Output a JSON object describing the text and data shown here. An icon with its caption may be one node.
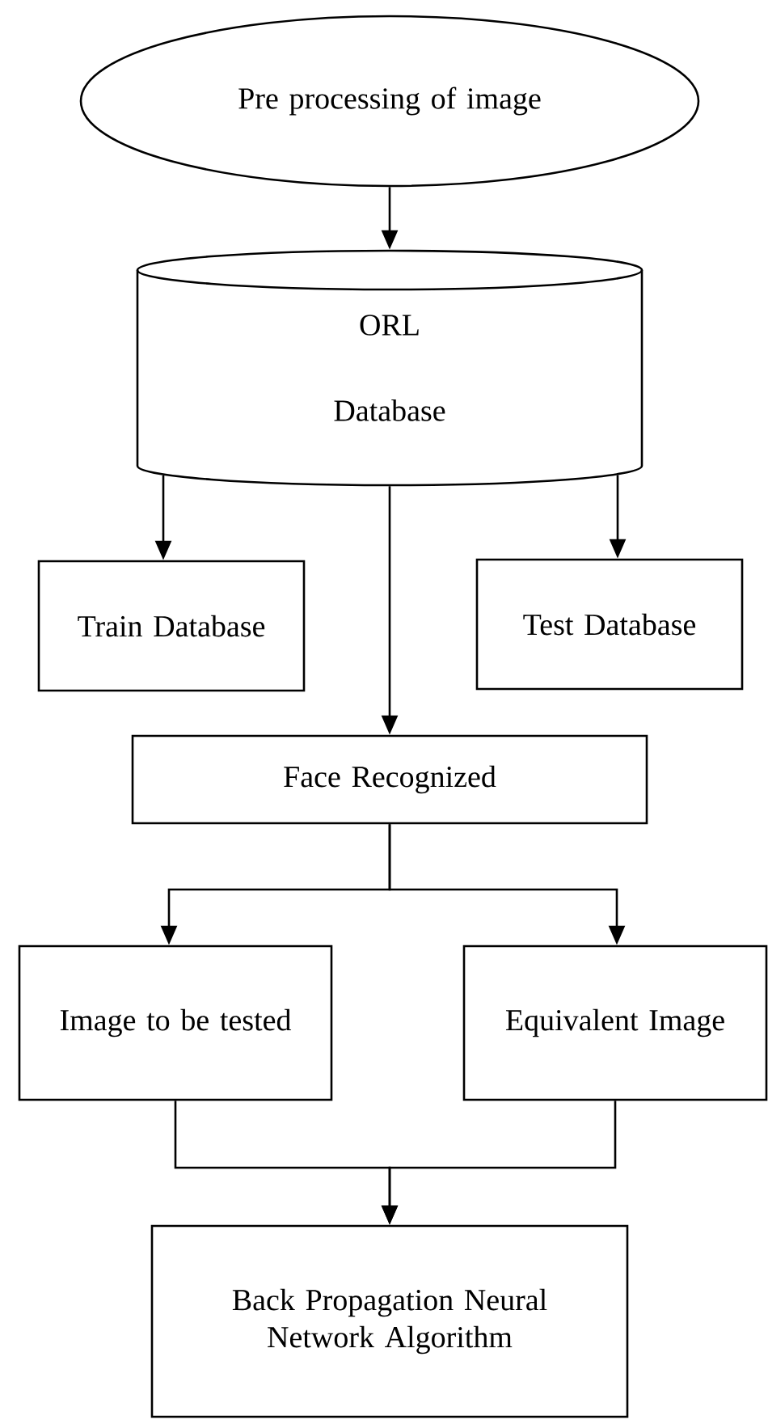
{
  "diagram": {
    "nodes": [
      {
        "text": [
          "Pre processing of image"
        ]
      },
      {
        "text": [
          "ORL",
          "Database"
        ]
      },
      {
        "text": [
          "Train Database"
        ]
      },
      {
        "text": [
          "Test Database"
        ]
      },
      {
        "text": [
          "Face Recognized"
        ]
      },
      {
        "text": [
          "Image to be tested"
        ]
      },
      {
        "text": [
          "Equivalent Image"
        ]
      },
      {
        "text": [
          "Back Propagation Neural Network Algorithm"
        ]
      }
    ],
    "edges": [
      {
        "from": 0,
        "to": 1,
        "arrow": "to"
      },
      {
        "from": 1,
        "to": 2,
        "arrow": "to"
      },
      {
        "from": 1,
        "to": 3,
        "arrow": "to"
      },
      {
        "from": 1,
        "to": 4,
        "arrow": "to"
      },
      {
        "from": 4,
        "to": 5,
        "arrow": "to"
      },
      {
        "from": 4,
        "to": 6,
        "arrow": "to"
      },
      {
        "from": 5,
        "to": 7,
        "arrow": "to"
      },
      {
        "from": 6,
        "to": 7,
        "arrow": "to"
      }
    ]
  }
}
